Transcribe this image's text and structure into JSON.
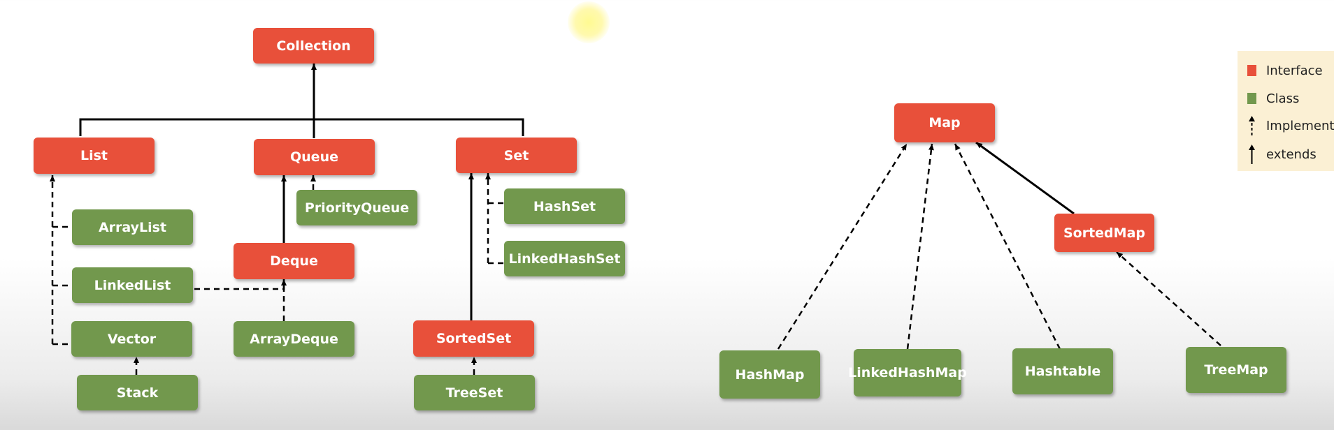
{
  "nodes": {
    "collection": "Collection",
    "list": "List",
    "queue": "Queue",
    "set": "Set",
    "arraylist": "ArrayList",
    "linkedlist": "LinkedList",
    "vector": "Vector",
    "stack": "Stack",
    "priorityqueue": "PriorityQueue",
    "deque": "Deque",
    "arraydeque": "ArrayDeque",
    "hashset": "HashSet",
    "linkedhashset": "LinkedHashSet",
    "sortedset": "SortedSet",
    "treeset": "TreeSet",
    "map": "Map",
    "sortedmap": "SortedMap",
    "hashmap": "HashMap",
    "linkedhashmap": "LinkedHashMap",
    "hashtable": "Hashtable",
    "treemap": "TreeMap"
  },
  "legend": {
    "interface": "Interface",
    "class": "Class",
    "implements": "Implements",
    "extends": "extends"
  },
  "colors": {
    "interface": "#e8503a",
    "class": "#72984d",
    "legend_bg": "#fbf0d4"
  }
}
